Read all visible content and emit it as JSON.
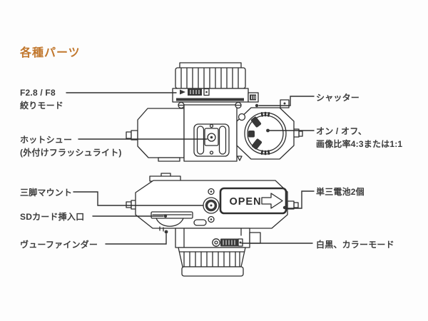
{
  "title": {
    "text": "各種パーツ",
    "color": "#c1772d"
  },
  "diagram": {
    "open_label": "OPEN",
    "line_color": "#2e2e2e",
    "background": "#fdfdfd",
    "label_color": "#3b3b3b"
  },
  "labels": {
    "aperture": {
      "line1": "F2.8 / F8",
      "line2": "絞りモード"
    },
    "hot_shoe": {
      "line1": "ホットシュー",
      "line2": "(外付けフラッシュライト)"
    },
    "tripod": {
      "line1": "三脚マウント"
    },
    "sd_card": {
      "line1": "SDカード挿入口"
    },
    "viewfinder": {
      "line1": "ヴューファインダー"
    },
    "shutter": {
      "line1": "シャッター"
    },
    "power_ratio": {
      "line1": "オン / オフ、",
      "line2": "画像比率4:3または1:1"
    },
    "battery": {
      "line1": "単三電池2個"
    },
    "color_mode": {
      "line1": "白黒、カラーモード"
    }
  }
}
